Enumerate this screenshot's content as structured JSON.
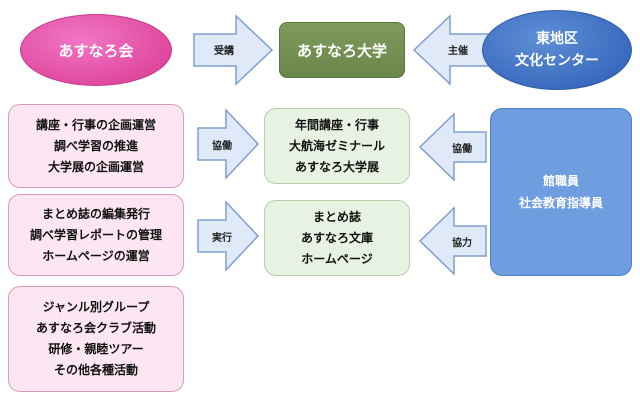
{
  "top": {
    "left_ellipse": "あすなろ会",
    "center_box": "あすなろ大学",
    "right_ellipse": [
      "東地区",
      "文化センター"
    ],
    "arrow_left_label": "受講",
    "arrow_right_label": "主催"
  },
  "rows": [
    {
      "left_lines": [
        "講座・行事の企画運営",
        "調べ学習の推進",
        "大学展の企画運営"
      ],
      "arrow_left_label": "協働",
      "center_lines": [
        "年間講座・行事",
        "大航海ゼミナール",
        "あすなろ大学展"
      ],
      "arrow_right_label": "協働"
    },
    {
      "left_lines": [
        "まとめ誌の編集発行",
        "調べ学習レポートの管理",
        "ホームページの運営"
      ],
      "arrow_left_label": "実行",
      "center_lines": [
        "まとめ誌",
        "あすなろ文庫",
        "ホームページ"
      ],
      "arrow_right_label": "協力"
    }
  ],
  "staff_box": [
    "館職員",
    "社会教育指導員"
  ],
  "bottom_left_lines": [
    "ジャンル別グループ",
    "あすなろ会クラブ活動",
    "研修・親睦ツアー",
    "その他各種活動"
  ],
  "colors": {
    "pink": "#e0499f",
    "blue": "#3a6bbf",
    "green": "#7e9b5c",
    "arrow_fill": "#dfe9f7",
    "arrow_stroke": "#7f9fcf"
  }
}
